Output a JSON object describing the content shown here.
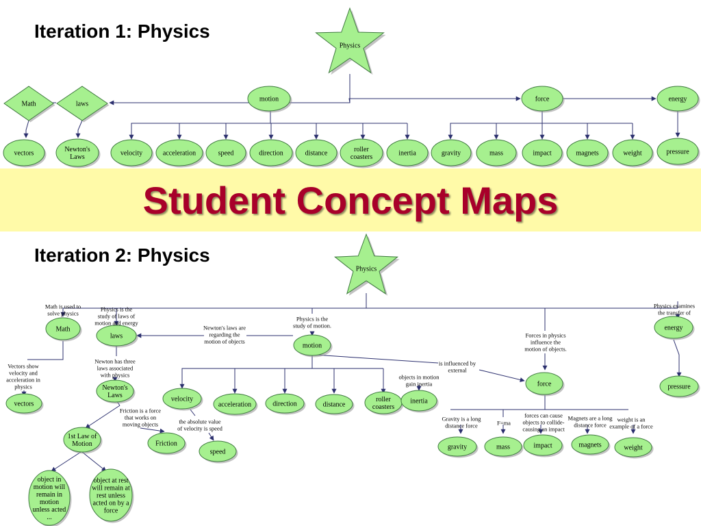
{
  "banner": {
    "title": "Student Concept Maps"
  },
  "iteration1": {
    "heading": "Iteration 1: Physics",
    "root": "Physics",
    "nodes": {
      "math": "Math",
      "laws": "laws",
      "motion": "motion",
      "force": "force",
      "energy": "energy",
      "vectors": "vectors",
      "newtons_laws": [
        "Newton's",
        "Laws"
      ],
      "velocity": "velocity",
      "acceleration": "acceleration",
      "speed": "speed",
      "direction": "direction",
      "distance": "distance",
      "roller_coasters": [
        "roller",
        "coasters"
      ],
      "inertia": "inertia",
      "gravity": "gravity",
      "mass": "mass",
      "impact": "impact",
      "magnets": "magnets",
      "weight": "weight",
      "pressure": "pressure"
    }
  },
  "iteration2": {
    "heading": "Iteration 2: Physics",
    "root": "Physics",
    "nodes": {
      "math": "Math",
      "laws": "laws",
      "motion": "motion",
      "energy": "energy",
      "vectors": "vectors",
      "newtons_laws": [
        "Newton's",
        "Laws"
      ],
      "first_law": [
        "1st Law of",
        "Motion"
      ],
      "object_motion": [
        "object in",
        "motion will",
        "remain in",
        "motion",
        "unless acted",
        "..."
      ],
      "object_rest": [
        "object at rest",
        "will remain at",
        "rest unless",
        "acted on by a",
        "force"
      ],
      "velocity": "velocity",
      "friction": "Friction",
      "speed": "speed",
      "acceleration": "acceleration",
      "direction": "direction",
      "distance": "distance",
      "roller_coasters": [
        "roller",
        "coasters"
      ],
      "inertia": "inertia",
      "force": "force",
      "gravity": "gravity",
      "mass": "mass",
      "impact": "impact",
      "magnets": "magnets",
      "weight": "weight",
      "pressure": "pressure"
    },
    "links": {
      "math_used": [
        "Math is used to",
        "solve physics"
      ],
      "physics_study_laws": [
        "Physics is the",
        "study of laws of",
        "motion and energy"
      ],
      "physics_study_motion": [
        "Physics is the",
        "study of motion."
      ],
      "newtons_regarding": [
        "Newton's laws are",
        "regarding the",
        "motion of objects"
      ],
      "forces_influence": [
        "Forces in physics",
        "influence the",
        "motion of objects."
      ],
      "physics_examines": [
        "Physics examines",
        "the transfer of"
      ],
      "vectors_show": [
        "Vectors show",
        "velocity and",
        "acceleration in",
        "physics"
      ],
      "newton_three": [
        "Newton has three",
        "laws associated",
        "with physics"
      ],
      "friction_force": [
        "Friction is a force",
        "that works on",
        "moving objects"
      ],
      "abs_velocity": [
        "the absolute value",
        "of velocity is speed"
      ],
      "influenced_by": [
        "is influenced by",
        "external"
      ],
      "objects_inertia": [
        "objects in motion",
        "gain inertia"
      ],
      "gravity_long": [
        "Gravity is a long",
        "distance force"
      ],
      "fma": [
        "F=ma"
      ],
      "forces_collide": [
        "forces can cause",
        "objects to collide-",
        "causing an impact"
      ],
      "magnets_long": [
        "Magnets are a long",
        "distance force"
      ],
      "weight_example": [
        "weight is an",
        "example of a force"
      ]
    }
  }
}
